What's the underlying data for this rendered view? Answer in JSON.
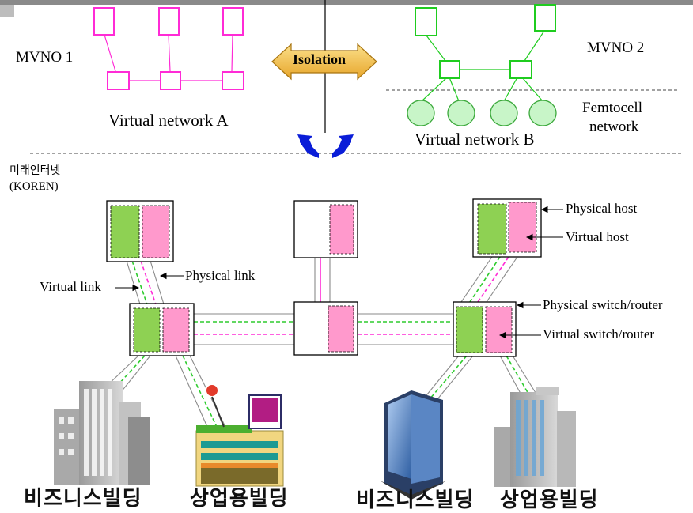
{
  "labels": {
    "mvno1": "MVNO 1",
    "mvno2": "MVNO 2",
    "isolation": "Isolation",
    "vnet_a": "Virtual network A",
    "vnet_b": "Virtual network B",
    "femto_line1": "Femtocell",
    "femto_line2": "network",
    "future_internet": "미래인터넷",
    "koren": "(KOREN)",
    "physical_host": "Physical host",
    "virtual_host": "Virtual host",
    "physical_link": "Physical link",
    "virtual_link": "Virtual link",
    "physical_switch": "Physical switch/router",
    "virtual_switch": "Virtual switch/router",
    "bldg1": "비즈니스빌딩",
    "bldg2": "상업용빌딩",
    "bldg3": "비즈니스빌딩",
    "bldg4": "상업용빌딩"
  },
  "colors": {
    "mvno1": "#ff2bd6",
    "mvno2": "#1fcc1f",
    "femto_fill": "#c8f5c8",
    "femto_stroke": "#3aa83a",
    "virtual_green": "#8ed153",
    "virtual_pink": "#ff99cc",
    "arrow_fill": "#f3c14f",
    "blue_arrow": "#0a1dd8"
  }
}
